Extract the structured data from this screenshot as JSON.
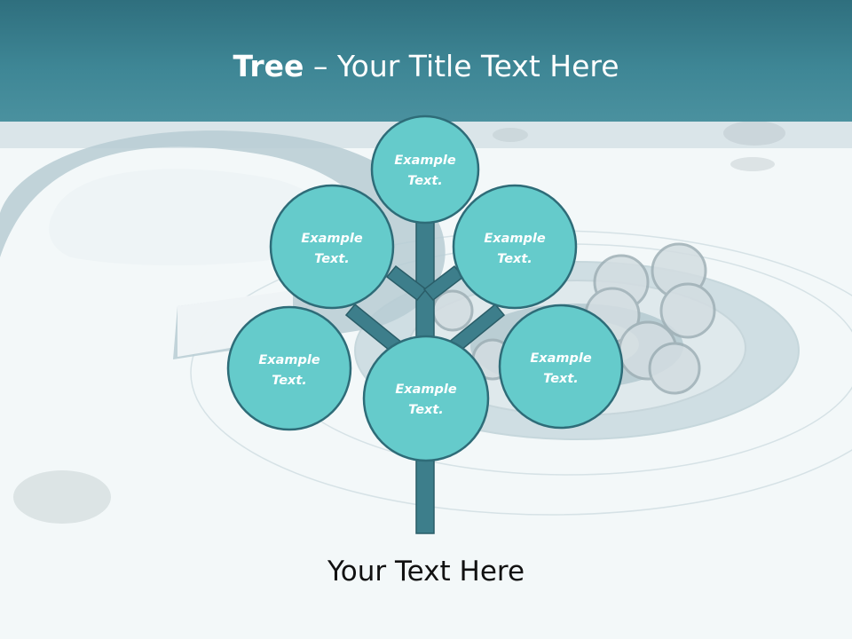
{
  "header": {
    "title_bold": "Tree",
    "title_rest": " – Your Title Text Here"
  },
  "nodes": [
    {
      "id": "top",
      "line1": "Example",
      "line2": "Text."
    },
    {
      "id": "upper-left",
      "line1": "Example",
      "line2": "Text."
    },
    {
      "id": "upper-right",
      "line1": "Example",
      "line2": "Text."
    },
    {
      "id": "lower-left",
      "line1": "Example",
      "line2": "Text."
    },
    {
      "id": "center",
      "line1": "Example",
      "line2": "Text."
    },
    {
      "id": "lower-right",
      "line1": "Example",
      "line2": "Text."
    }
  ],
  "caption": "Your Text Here",
  "colors": {
    "header": "#3e8695",
    "node_fill": "#65cbcb",
    "node_stroke": "#2e6c78",
    "trunk": "#3d7e8b",
    "title_text": "#ffffff",
    "caption_text": "#111111"
  }
}
